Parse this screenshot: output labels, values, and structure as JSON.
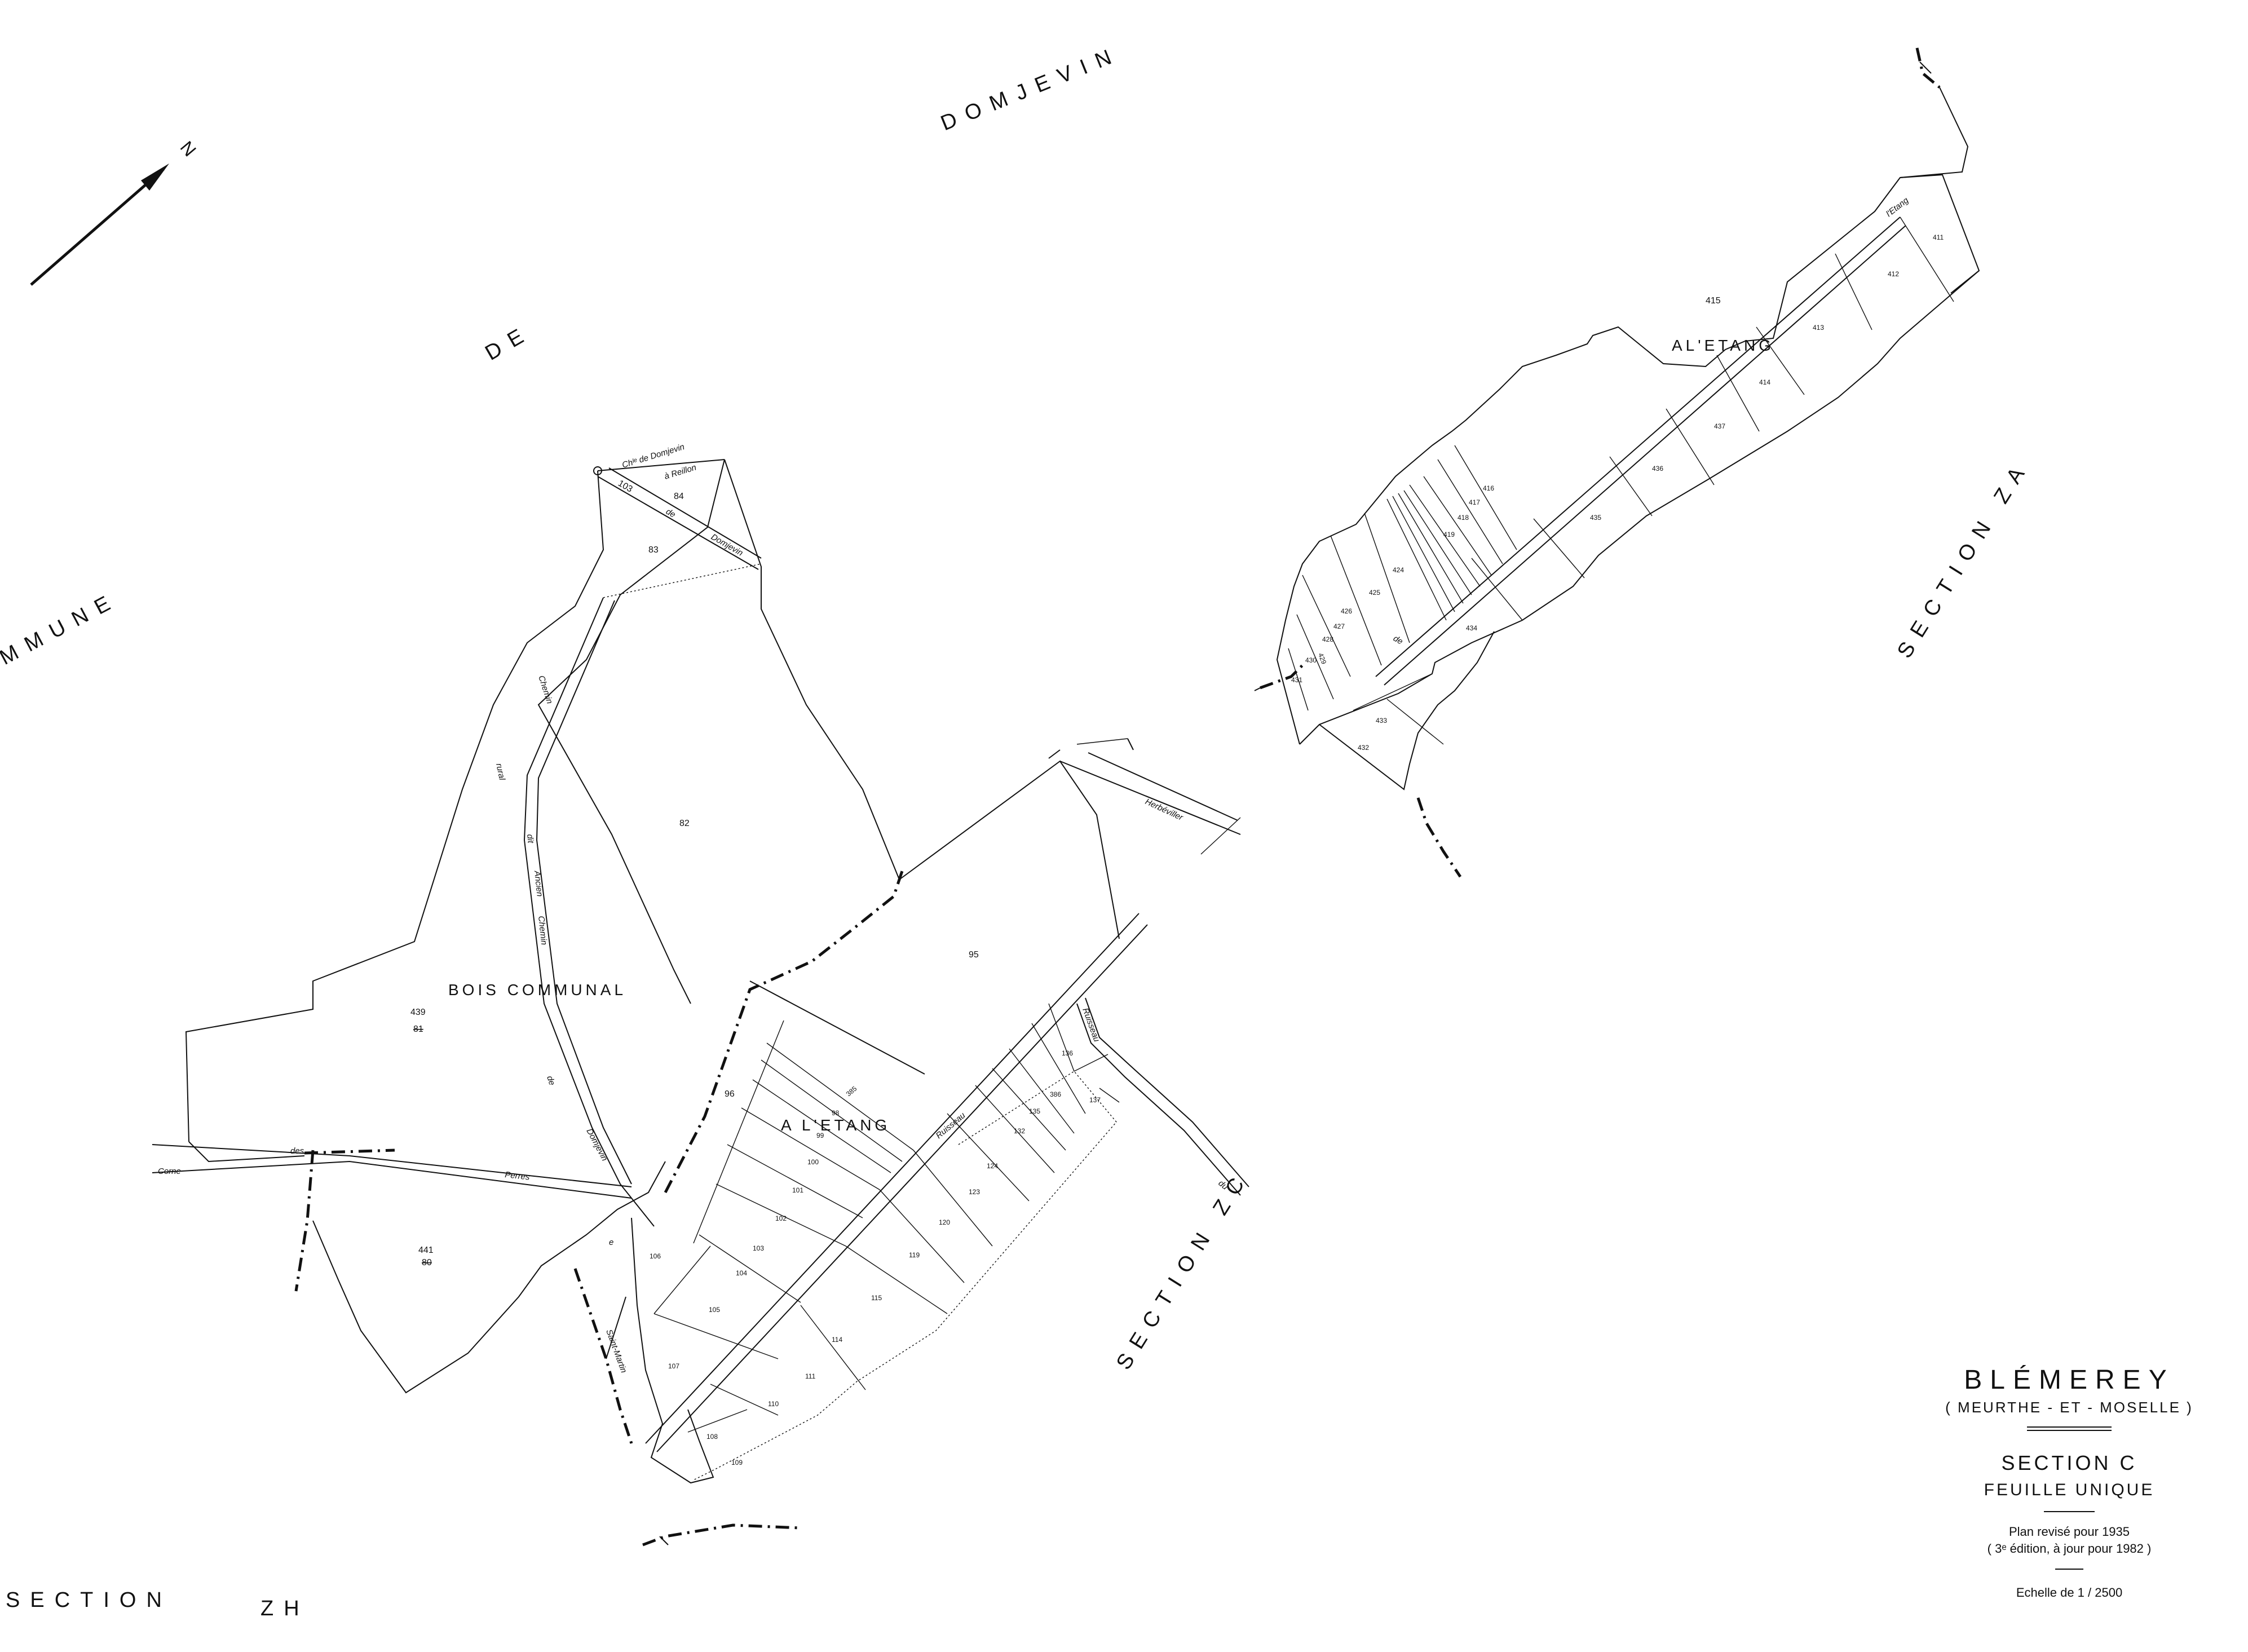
{
  "commune_labels": {
    "domjevin": "DOMJEVIN",
    "de": "DE",
    "commune": "MMUNE",
    "north": "N"
  },
  "section_labels": {
    "za": "SECTION  ZA",
    "zc": "SECTION  ZC",
    "zh_section": "SECTION",
    "zh_code": "ZH"
  },
  "place_names": {
    "bois_communal": "BOIS COMMUNAL",
    "al_etang_north": "AL'ETANG",
    "al_etang_south": "A L'ETANG"
  },
  "road_labels": {
    "chemin_domjevin_reillon_a": "Chᴵᵉ de Domjevin",
    "chemin_domjevin_reillon_b": "à Reillon",
    "road_de": "de",
    "road_domjevin": "Domjevin",
    "chemin": "Chemin",
    "rural": "rural",
    "dit": "dit",
    "ancien": "Ancien",
    "chemin_b": "Chemin",
    "de_b": "de",
    "domjevin_b": "Domjevin",
    "corne": "Corne",
    "des": "des",
    "perres": "Perres",
    "saint_martin": "Saint-Martin",
    "e": "e",
    "ruisseau_a": "Ruisseau",
    "ruisseau_b": "Ruisseau",
    "du": "du",
    "herbeviller": "Herbéviller",
    "letang": "l'Etang",
    "de_c": "de"
  },
  "parcels": {
    "p83": "83",
    "p84": "84",
    "p103": "103",
    "p82": "82",
    "p439": "439",
    "p81": "81",
    "p441": "441",
    "p80": "80",
    "p95": "95",
    "p96": "96",
    "p385": "385",
    "p98": "98",
    "p99": "99",
    "p100": "100",
    "p101": "101",
    "p102": "102",
    "p103b": "103",
    "p104": "104",
    "p105": "105",
    "p106": "106",
    "p107": "107",
    "p108": "108",
    "p109": "109",
    "p110": "110",
    "p111": "111",
    "p114": "114",
    "p115": "115",
    "p119": "119",
    "p120": "120",
    "p123": "123",
    "p124": "124",
    "p132": "132",
    "p135": "135",
    "p136": "136",
    "p386": "386",
    "p137": "137",
    "p415": "415",
    "p411": "411",
    "p412": "412",
    "p413": "413",
    "p414": "414",
    "p437": "437",
    "p436": "436",
    "p435": "435",
    "p434": "434",
    "p416": "416",
    "p417": "417",
    "p418": "418",
    "p419": "419",
    "p424": "424",
    "p425": "425",
    "p426": "426",
    "p427": "427",
    "p428": "428",
    "p429": "429",
    "p430": "430",
    "p431": "431",
    "p433": "433",
    "p432": "432"
  },
  "title_block": {
    "commune": "BLÉMEREY",
    "department": "( MEURTHE - ET - MOSELLE )",
    "section": "SECTION  C",
    "sheet": "FEUILLE  UNIQUE",
    "revision": "Plan revisé pour 1935",
    "edition": "( 3ᵉ édition, à jour pour 1982 )",
    "scale": "Echelle   de   1 / 2500"
  }
}
